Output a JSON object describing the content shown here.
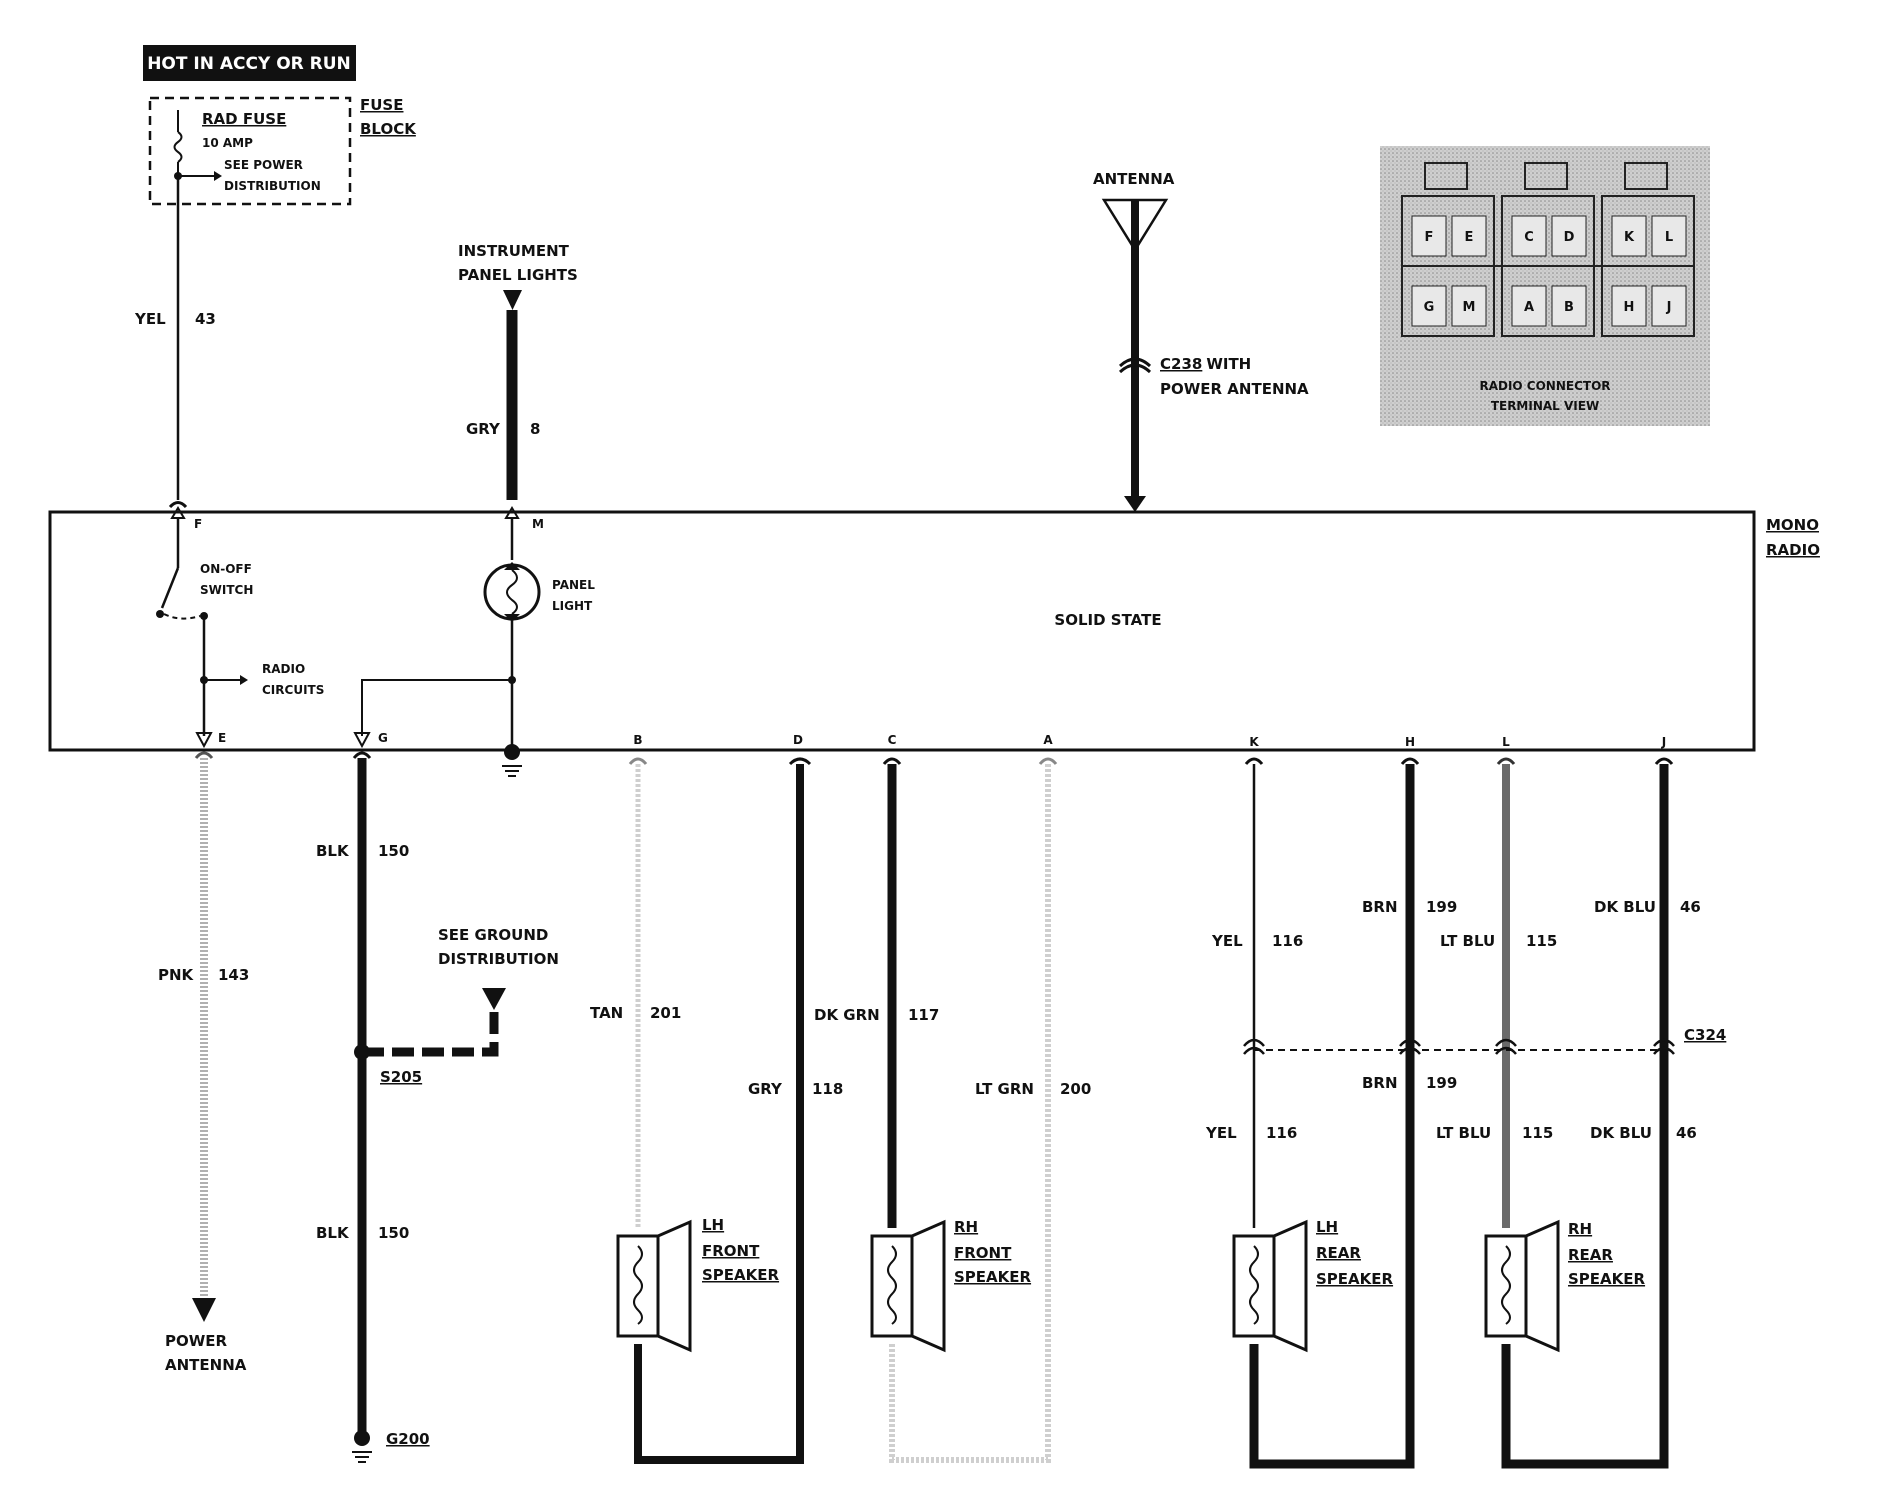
{
  "header": {
    "hot_label": "HOT IN ACCY OR RUN"
  },
  "fuse_block": {
    "name_1": "FUSE",
    "name_2": "BLOCK",
    "fuse": "RAD FUSE",
    "rating": "10 AMP",
    "see_1": "SEE POWER",
    "see_2": "DISTRIBUTION"
  },
  "radio": {
    "name_1": "MONO",
    "name_2": "RADIO",
    "type": "SOLID STATE",
    "switch_1": "ON-OFF",
    "switch_2": "SWITCH",
    "circuits_1": "RADIO",
    "circuits_2": "CIRCUITS",
    "light_1": "PANEL",
    "light_2": "LIGHT"
  },
  "pins": {
    "F": "F",
    "M": "M",
    "E": "E",
    "G": "G",
    "B": "B",
    "D": "D",
    "C": "C",
    "A": "A",
    "K": "K",
    "H": "H",
    "L": "L",
    "J": "J"
  },
  "inputs": {
    "ip_lights_1": "INSTRUMENT",
    "ip_lights_2": "PANEL LIGHTS",
    "antenna": "ANTENNA",
    "c238": "C238",
    "c238_rest": "WITH",
    "c238_2": "POWER ANTENNA"
  },
  "wires": {
    "yel43": {
      "color": "YEL",
      "circuit": "43"
    },
    "gry8": {
      "color": "GRY",
      "circuit": "8"
    },
    "pnk143": {
      "color": "PNK",
      "circuit": "143"
    },
    "blk150a": {
      "color": "BLK",
      "circuit": "150"
    },
    "blk150b": {
      "color": "BLK",
      "circuit": "150"
    },
    "tan201": {
      "color": "TAN",
      "circuit": "201"
    },
    "gry118": {
      "color": "GRY",
      "circuit": "118"
    },
    "dkgrn117": {
      "color": "DK GRN",
      "circuit": "117"
    },
    "ltgrn200": {
      "color": "LT GRN",
      "circuit": "200"
    },
    "yel116a": {
      "color": "YEL",
      "circuit": "116"
    },
    "yel116b": {
      "color": "YEL",
      "circuit": "116"
    },
    "brn199a": {
      "color": "BRN",
      "circuit": "199"
    },
    "brn199b": {
      "color": "BRN",
      "circuit": "199"
    },
    "ltblu115a": {
      "color": "LT BLU",
      "circuit": "115"
    },
    "ltblu115b": {
      "color": "LT BLU",
      "circuit": "115"
    },
    "dkblu46a": {
      "color": "DK BLU",
      "circuit": "46"
    },
    "dkblu46b": {
      "color": "DK BLU",
      "circuit": "46"
    }
  },
  "ground": {
    "see_1": "SEE GROUND",
    "see_2": "DISTRIBUTION",
    "splice": "S205",
    "ground_point": "G200"
  },
  "connectors": {
    "c324": "C324"
  },
  "power_antenna": {
    "line_1": "POWER",
    "line_2": "ANTENNA"
  },
  "speakers": {
    "lh_front": [
      "LH",
      "FRONT",
      "SPEAKER"
    ],
    "rh_front": [
      "RH",
      "FRONT",
      "SPEAKER"
    ],
    "lh_rear": [
      "LH",
      "REAR",
      "SPEAKER"
    ],
    "rh_rear": [
      "RH",
      "REAR",
      "SPEAKER"
    ]
  },
  "connector_view": {
    "caption_1": "RADIO CONNECTOR",
    "caption_2": "TERMINAL VIEW",
    "top_row": [
      "F",
      "E",
      "C",
      "D",
      "K",
      "L"
    ],
    "bottom_row": [
      "G",
      "M",
      "A",
      "B",
      "H",
      "J"
    ]
  }
}
